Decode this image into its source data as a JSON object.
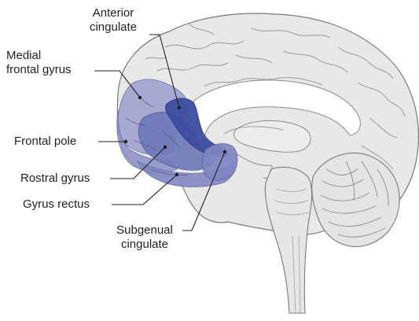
{
  "labels": {
    "anterior_cingulate": [
      "Anterior",
      "cingulate"
    ],
    "medial_frontal_gyrus": [
      "Medial",
      "frontal gyrus"
    ],
    "frontal_pole": "Frontal pole",
    "rostral_gyrus": "Rostral gyrus",
    "gyrus_rectus": "Gyrus rectus",
    "subgenual_cingulate": [
      "Subgenual",
      "cingulate"
    ]
  },
  "colors": {
    "brain_fill": "#e8e8e7",
    "brain_stroke": "#7a7a7a",
    "corpus_callosum": "#ffffff",
    "region_light": "#9a9fcf",
    "region_mid": "#6f79b8",
    "region_dark": "#3c4da0",
    "leader": "#231f20"
  }
}
